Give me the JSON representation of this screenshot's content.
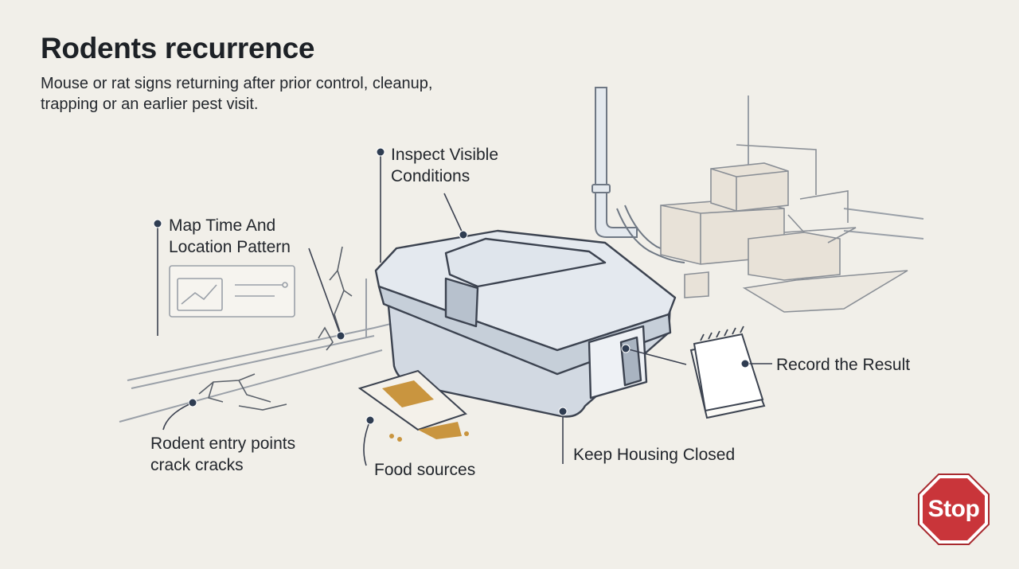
{
  "header": {
    "title": "Rodents recurrence",
    "subtitle": "Mouse or rat signs returning after prior control, cleanup, trapping or an earlier pest visit."
  },
  "callouts": {
    "inspect": "Inspect Visible Conditions",
    "map": "Map Time And Location Pattern",
    "record": "Record the Result",
    "entry": "Rodent entry points crack cracks",
    "food": "Food sources",
    "housing": "Keep Housing Closed"
  },
  "stop_button": {
    "label": "Stop",
    "color": "#c9353a"
  },
  "colors": {
    "background": "#f1efe9",
    "ink": "#3c4350",
    "box_fill": "#d7dee6",
    "dot": "#2f3d52",
    "bait": "#c9953f"
  },
  "icons": [
    "bait-station-icon",
    "pipe-icon",
    "cardboard-boxes-icon",
    "notepad-icon",
    "food-packet-icon",
    "wall-crack-icon",
    "chart-card-icon"
  ]
}
